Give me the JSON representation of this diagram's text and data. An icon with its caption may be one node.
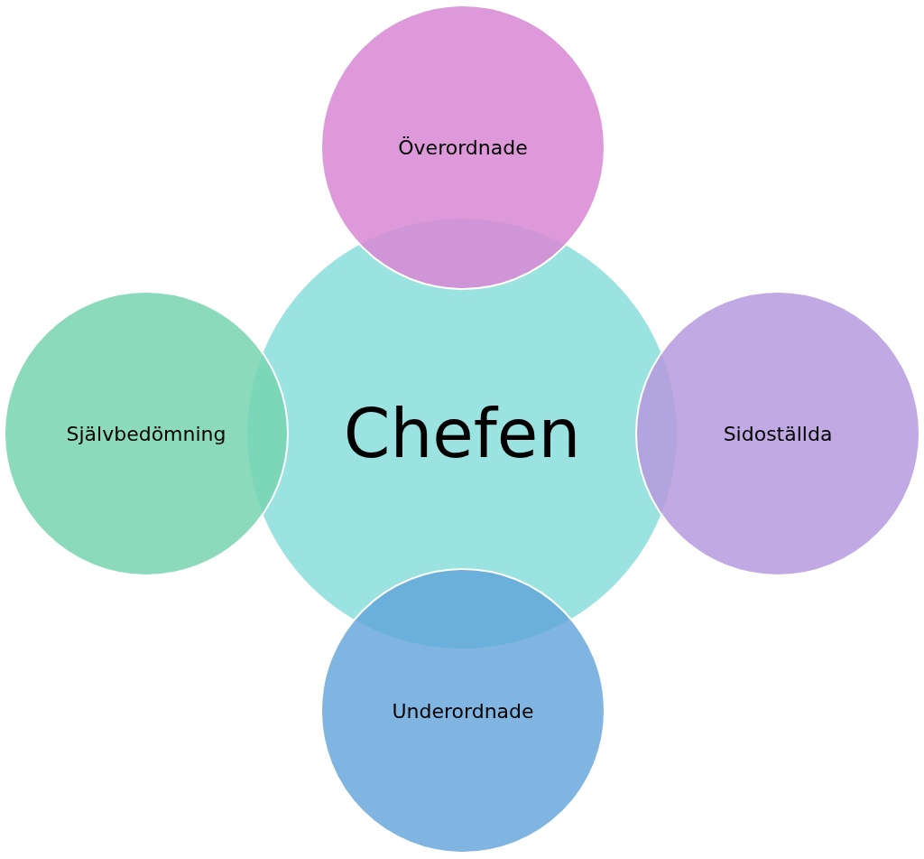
{
  "diagram": {
    "nodes": [
      {
        "text": [
          "Chefen"
        ]
      },
      {
        "text": [
          "Överordnade"
        ]
      },
      {
        "text": [
          "Självbedömning"
        ]
      },
      {
        "text": [
          "Sidoställda"
        ]
      },
      {
        "text": [
          "Underordnade"
        ]
      }
    ]
  }
}
